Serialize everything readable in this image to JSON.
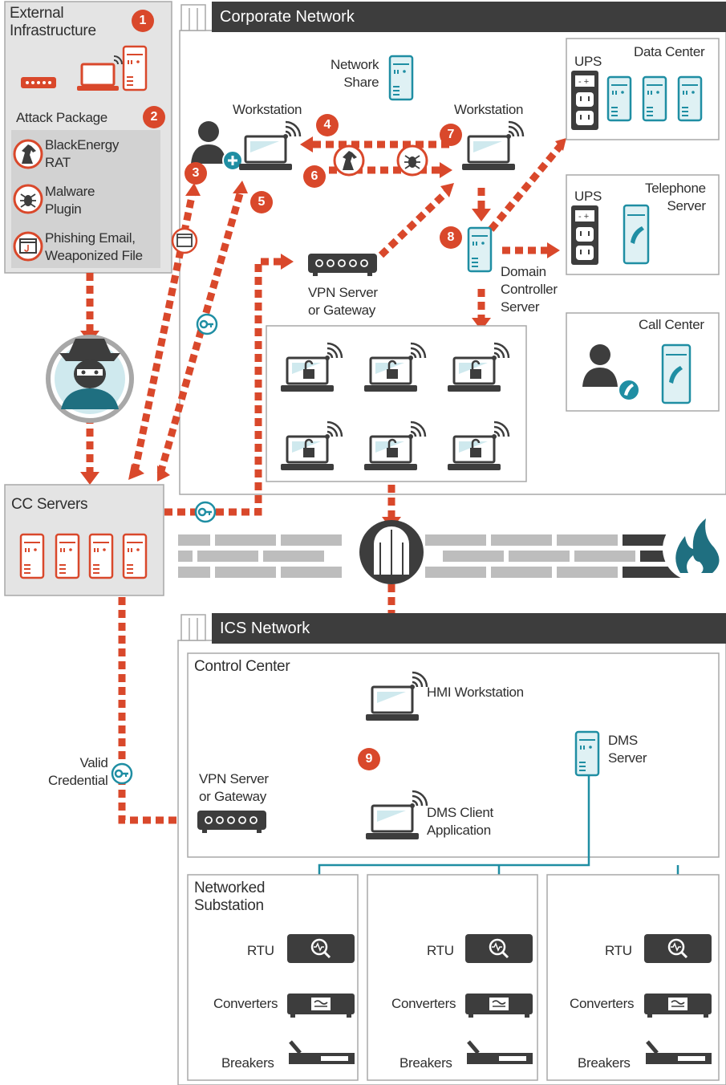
{
  "external": {
    "title": "External\nInfrastructure",
    "badge": "1",
    "attack_package": "Attack Package",
    "attack_badge": "2",
    "items": [
      "BlackEnergy\nRAT",
      "Malware\nPlugin",
      "Phishing Email,\nWeaponized File"
    ]
  },
  "corporate": {
    "band": "Corporate Network",
    "network_share": "Network\nShare",
    "workstation_left": "Workstation",
    "workstation_right": "Workstation",
    "vpn": "VPN Server\nor Gateway",
    "domain_controller": "Domain\nController\nServer",
    "data_center": "Data Center",
    "ups1": "UPS",
    "ups2": "UPS",
    "telephone_server": "Telephone\nServer",
    "call_center": "Call Center"
  },
  "steps": [
    "3",
    "4",
    "5",
    "6",
    "7",
    "8",
    "9"
  ],
  "cc_servers": "CC Servers",
  "valid_credential": "Valid\nCredential",
  "ics": {
    "band": "ICS Network",
    "control_center": "Control Center",
    "hmi": "HMI Workstation",
    "dms_server": "DMS\nServer",
    "vpn": "VPN Server\nor Gateway",
    "dms_client": "DMS Client\nApplication",
    "substation": "Networked\nSubstation",
    "rtu": "RTU",
    "converters": "Converters",
    "breakers": "Breakers"
  },
  "colors": {
    "attack": "#d9482b",
    "teal": "#1f8ea3",
    "server_fill": "#dff1f4",
    "dark": "#3d3d3d",
    "panel_gray": "#e4e4e4"
  }
}
